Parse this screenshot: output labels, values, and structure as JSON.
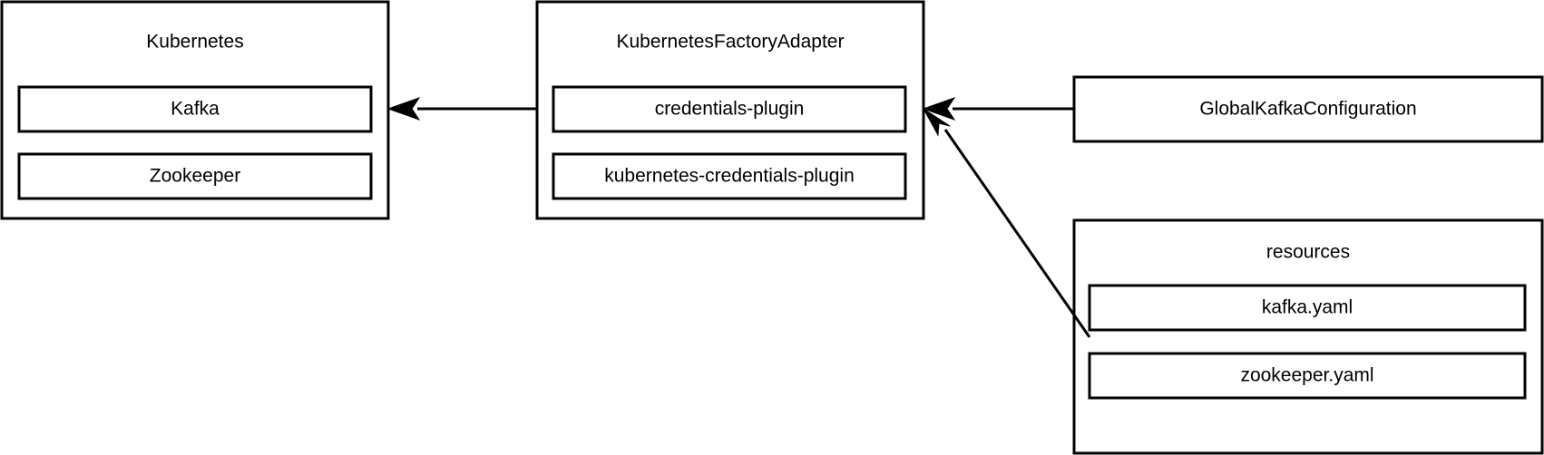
{
  "diagram": {
    "type": "block-diagram",
    "background_color": "#ffffff",
    "line_color": "#000000",
    "text_color": "#000000",
    "groups": [
      {
        "id": "kubernetes",
        "title": "Kubernetes",
        "children": [
          {
            "id": "kafka",
            "label": "Kafka"
          },
          {
            "id": "zookeeper",
            "label": "Zookeeper"
          }
        ]
      },
      {
        "id": "kubernetes-factory-adapter",
        "title": "KubernetesFactoryAdapter",
        "children": [
          {
            "id": "credentials-plugin",
            "label": "credentials-plugin"
          },
          {
            "id": "kubernetes-credentials-plugin",
            "label": "kubernetes-credentials-plugin"
          }
        ]
      },
      {
        "id": "resources",
        "title": "resources",
        "children": [
          {
            "id": "kafka-yaml",
            "label": "kafka.yaml"
          },
          {
            "id": "zookeeper-yaml",
            "label": "zookeeper.yaml"
          }
        ]
      }
    ],
    "nodes": [
      {
        "id": "global-kafka-configuration",
        "label": "GlobalKafkaConfiguration"
      }
    ],
    "edges": [
      {
        "id": "edge-adapter-to-kubernetes",
        "from": "kubernetes-factory-adapter",
        "to": "kubernetes",
        "style": "solid",
        "arrow": "end",
        "direction": "right-to-left"
      },
      {
        "id": "edge-globalconfig-to-adapter",
        "from": "global-kafka-configuration",
        "to": "kubernetes-factory-adapter",
        "style": "solid",
        "arrow": "end",
        "direction": "right-to-left"
      },
      {
        "id": "edge-resources-to-adapter",
        "from": "resources",
        "to": "kubernetes-factory-adapter",
        "style": "solid",
        "arrow": "end",
        "direction": "diagonal-up-left"
      }
    ]
  }
}
